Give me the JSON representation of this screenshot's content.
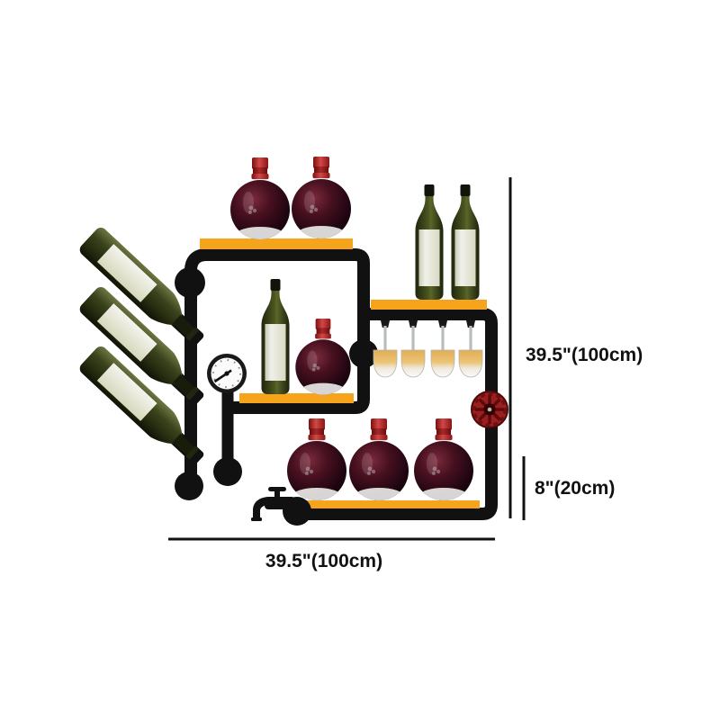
{
  "page": {
    "background": "#ffffff"
  },
  "product_diagram": {
    "name": "industrial-pipe-wall-wine-rack",
    "dimensions": {
      "height_label": "39.5\"(100cm)",
      "depth_label": "8\"(20cm)",
      "width_label": "39.5\"(100cm)"
    },
    "scene": {
      "shelf_count": 4,
      "tilted_bottle_count": 3,
      "standing_bottle_count": 3,
      "decanter_count": 6,
      "hanging_glass_count": 4,
      "fittings": [
        "pressure-gauge",
        "valve-wheel",
        "faucet",
        "ball-joint"
      ]
    },
    "colors": {
      "pipe": "#111111",
      "shelf": "#F6A41C",
      "bottle_glass": "#39411c",
      "bottle_label": "#e2e3cd",
      "wine": "#2a0a14",
      "wine_cap": "#a32222",
      "glass_wine": "#e8bb62",
      "valve": "#9c1f1f",
      "dimension": "#111111",
      "background": "#ffffff"
    }
  }
}
